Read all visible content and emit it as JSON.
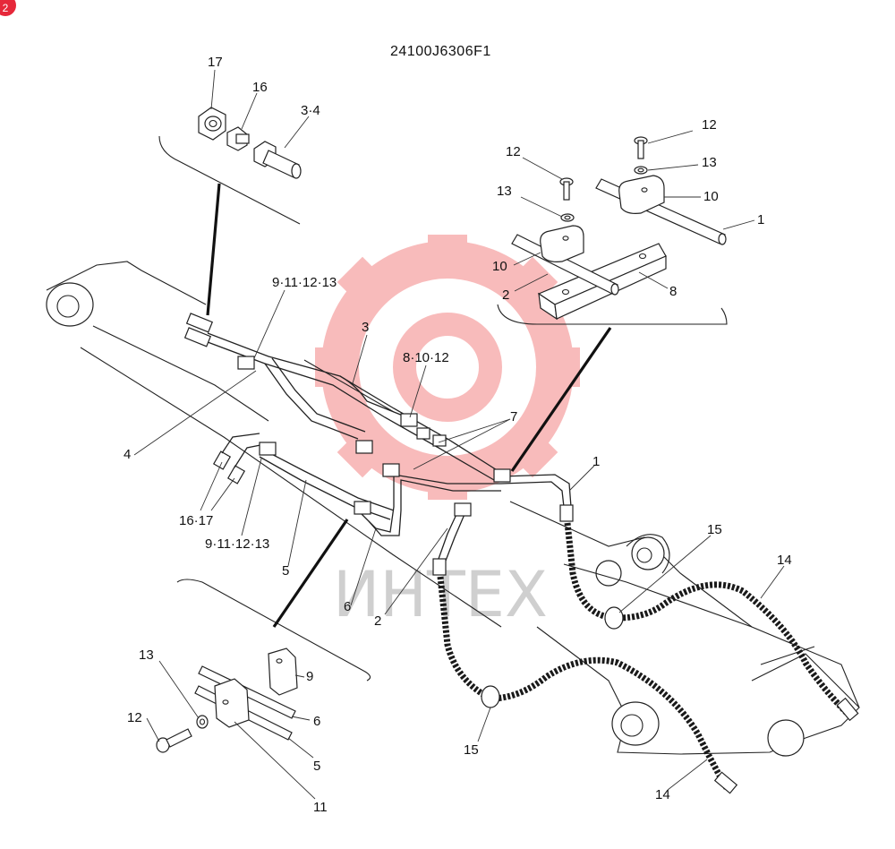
{
  "badge": "2",
  "title": "24100J6306F1",
  "watermark": "ИНТЕХ",
  "watermark_color": "#f4a0a0",
  "labels": {
    "p17": "17",
    "p16": "16",
    "p34": "3·4",
    "p12a": "12",
    "p12b": "12",
    "p13a": "13",
    "p13b": "13",
    "p10a": "10",
    "p10b": "10",
    "p1a": "1",
    "p2a": "2",
    "p8": "8",
    "p9111213a": "9·11·12·13",
    "p3": "3",
    "p81012": "8·10·12",
    "p7": "7",
    "p1b": "1",
    "p4": "4",
    "p1617": "16·17",
    "p9111213b": "9·11·12·13",
    "p5a": "5",
    "p6a": "6",
    "p2b": "2",
    "p15a": "15",
    "p14a": "14",
    "p15b": "15",
    "p14b": "14",
    "p13c": "13",
    "p9": "9",
    "p12c": "12",
    "p6b": "6",
    "p5b": "5",
    "p11": "11"
  }
}
